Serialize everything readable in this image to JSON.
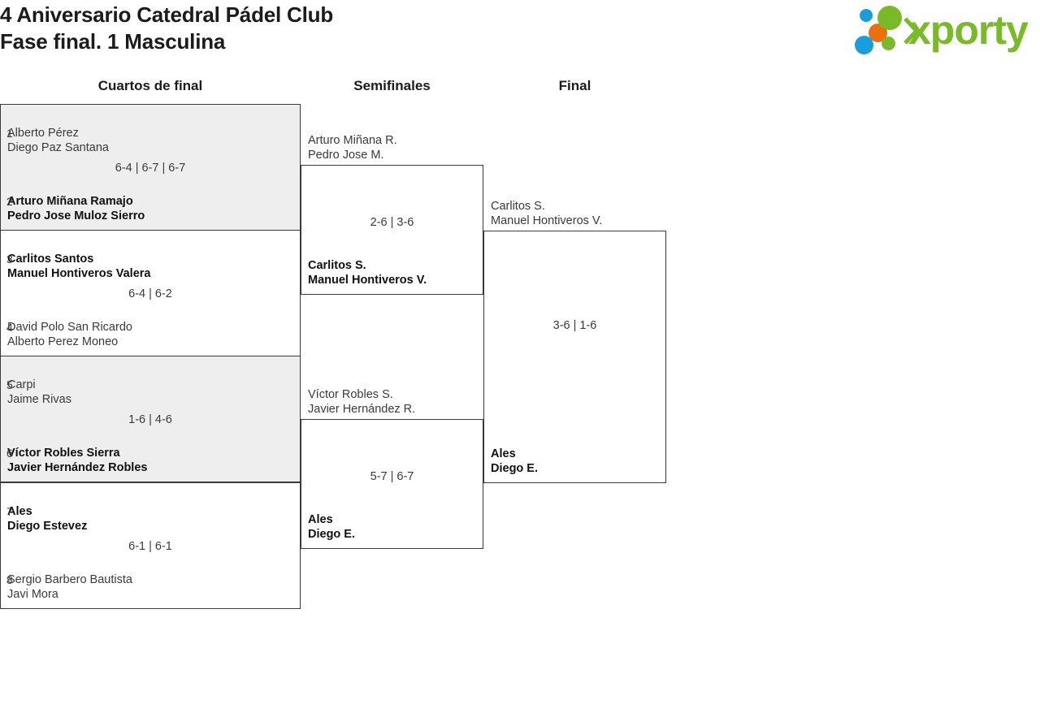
{
  "header": {
    "title_line1": "4 Aniversario Catedral Pádel Club",
    "title_line2": "Fase final. 1 Masculina",
    "logo_text": "xporty",
    "logo_colors": {
      "green": "#7ab929",
      "blue": "#1b9ddb",
      "orange": "#e8700d"
    }
  },
  "rounds": [
    {
      "label": "Cuartos de final"
    },
    {
      "label": "Semifinales"
    },
    {
      "label": "Final"
    }
  ],
  "bracket": {
    "quarterfinals": [
      {
        "shaded": true,
        "score": "6-4 | 6-7 | 6-7",
        "top": {
          "seed": "1",
          "player1": "Alberto Pérez",
          "player2": "Diego Paz Santana",
          "winner": false
        },
        "bottom": {
          "seed": "2",
          "player1": "Arturo Miñana Ramajo",
          "player2": "Pedro Jose Muloz Sierro",
          "winner": true
        }
      },
      {
        "shaded": false,
        "score": "6-4 | 6-2",
        "top": {
          "seed": "3",
          "player1": "Carlitos Santos",
          "player2": "Manuel Hontiveros Valera",
          "winner": true
        },
        "bottom": {
          "seed": "4",
          "player1": "David Polo San Ricardo",
          "player2": "Alberto Perez Moneo",
          "winner": false
        }
      },
      {
        "shaded": true,
        "score": "1-6 | 4-6",
        "top": {
          "seed": "5",
          "player1": "Carpi",
          "player2": "Jaime Rivas",
          "winner": false
        },
        "bottom": {
          "seed": "6",
          "player1": "Víctor Robles Sierra",
          "player2": "Javier Hernández Robles",
          "winner": true
        }
      },
      {
        "shaded": false,
        "score": "6-1 | 6-1",
        "top": {
          "seed": "7",
          "player1": "Ales",
          "player2": "Diego Estevez",
          "winner": true
        },
        "bottom": {
          "seed": "8",
          "player1": "Sergio Barbero Bautista",
          "player2": "Javi Mora",
          "winner": false
        }
      }
    ],
    "semifinals": [
      {
        "score": "2-6 | 3-6",
        "top": {
          "player1": "Arturo Miñana R.",
          "player2": "Pedro Jose M.",
          "winner": false
        },
        "bottom": {
          "player1": "Carlitos S.",
          "player2": "Manuel Hontiveros V.",
          "winner": true
        }
      },
      {
        "score": "5-7 | 6-7",
        "top": {
          "player1": "Víctor Robles S.",
          "player2": "Javier Hernández R.",
          "winner": false
        },
        "bottom": {
          "player1": "Ales",
          "player2": "Diego E.",
          "winner": true
        }
      }
    ],
    "final": [
      {
        "score": "3-6 | 1-6",
        "top": {
          "player1": "Carlitos S.",
          "player2": "Manuel Hontiveros V.",
          "winner": false
        },
        "bottom": {
          "player1": "Ales",
          "player2": "Diego E.",
          "winner": true
        }
      }
    ]
  }
}
